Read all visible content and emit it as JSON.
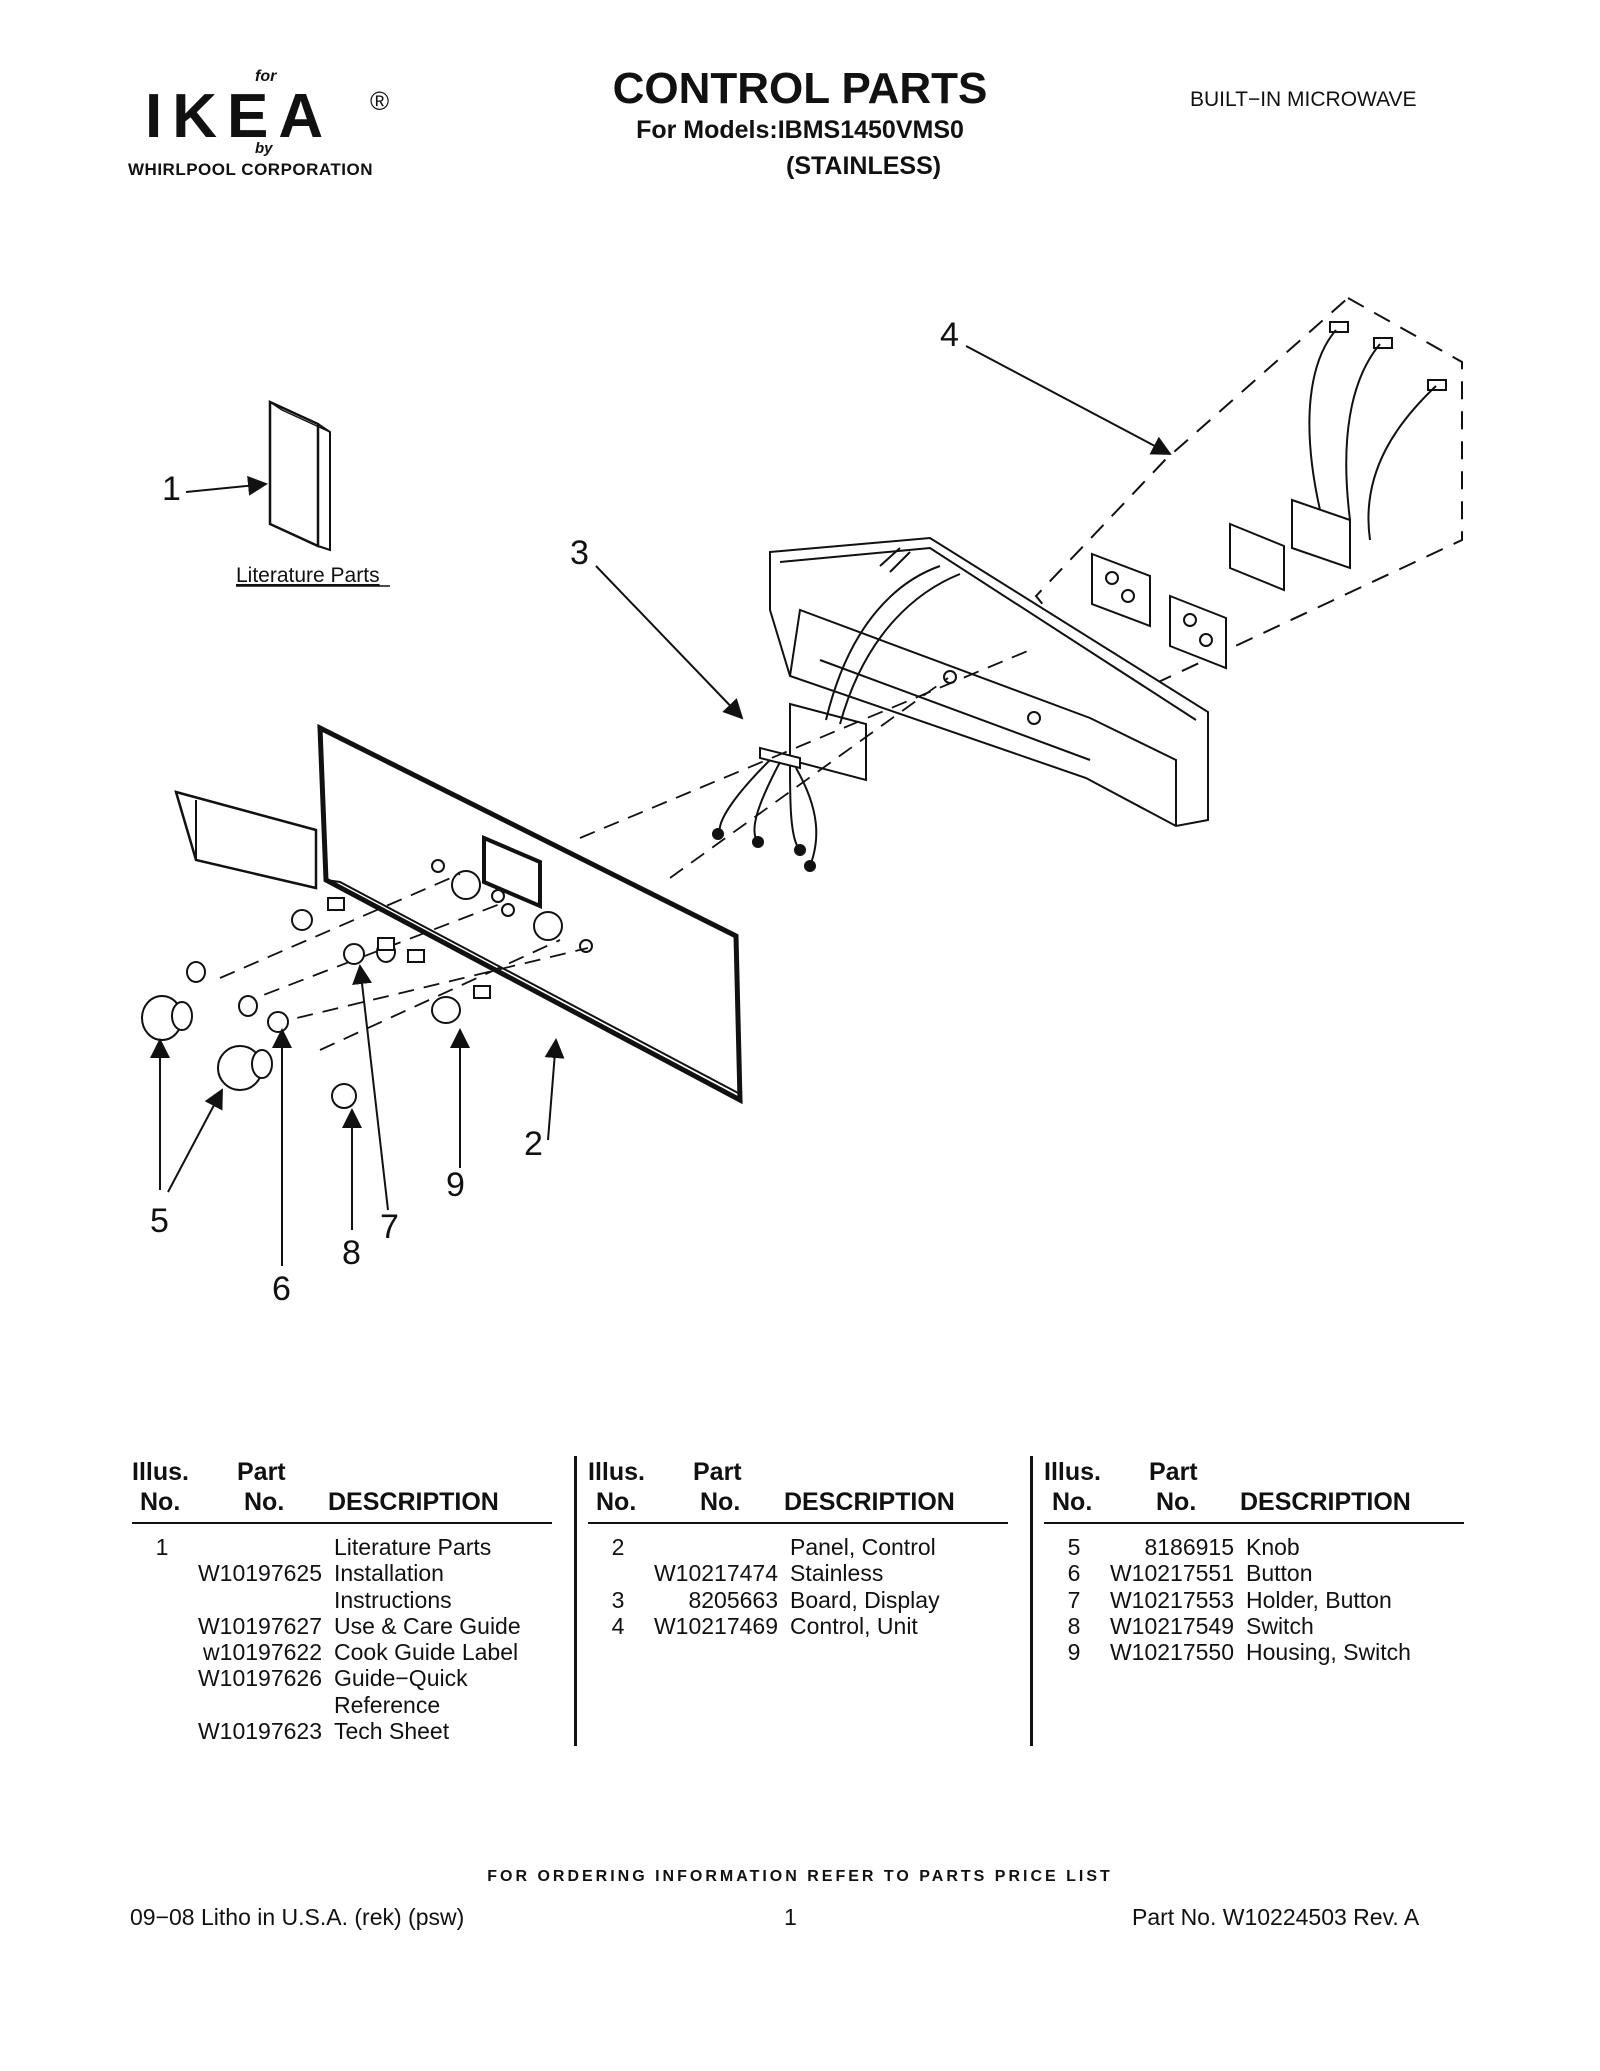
{
  "header": {
    "logo_for": "for",
    "logo_word": "IKEA",
    "logo_reg": "®",
    "logo_by": "by",
    "logo_corp": "WHIRLPOOL CORPORATION",
    "title": "CONTROL PARTS",
    "subtitle": "For Models:IBMS1450VMS0",
    "subtitle2": "(STAINLESS)",
    "product": "BUILT−IN MICROWAVE"
  },
  "diagram": {
    "callouts": [
      "1",
      "2",
      "3",
      "4",
      "5",
      "6",
      "7",
      "8",
      "9"
    ],
    "literature_label": "Literature Parts"
  },
  "table": {
    "headers": {
      "illus": "Illus.",
      "no": "No.",
      "part": "Part",
      "part_no": "No.",
      "description": "DESCRIPTION"
    },
    "columns": [
      [
        {
          "illus": "1",
          "part": "",
          "desc": "Literature Parts"
        },
        {
          "illus": "",
          "part": "W10197625",
          "desc": "Installation"
        },
        {
          "illus": "",
          "part": "",
          "desc": "Instructions"
        },
        {
          "illus": "",
          "part": "W10197627",
          "desc": "Use & Care Guide"
        },
        {
          "illus": "",
          "part": "w10197622",
          "desc": "Cook Guide Label"
        },
        {
          "illus": "",
          "part": "W10197626",
          "desc": "Guide−Quick"
        },
        {
          "illus": "",
          "part": "",
          "desc": "Reference"
        },
        {
          "illus": "",
          "part": "W10197623",
          "desc": "Tech Sheet"
        }
      ],
      [
        {
          "illus": "2",
          "part": "",
          "desc": "Panel, Control"
        },
        {
          "illus": "",
          "part": "W10217474",
          "desc": "Stainless"
        },
        {
          "illus": "3",
          "part": "8205663",
          "desc": "Board, Display"
        },
        {
          "illus": "4",
          "part": "W10217469",
          "desc": "Control, Unit"
        }
      ],
      [
        {
          "illus": "5",
          "part": "8186915",
          "desc": "Knob"
        },
        {
          "illus": "6",
          "part": "W10217551",
          "desc": "Button"
        },
        {
          "illus": "7",
          "part": "W10217553",
          "desc": "Holder, Button"
        },
        {
          "illus": "8",
          "part": "W10217549",
          "desc": "Switch"
        },
        {
          "illus": "9",
          "part": "W10217550",
          "desc": "Housing, Switch"
        }
      ]
    ]
  },
  "footer": {
    "order_note": "FOR ORDERING INFORMATION REFER TO PARTS PRICE LIST",
    "litho": "09−08 Litho in U.S.A. (rek) (psw)",
    "page": "1",
    "part_no": "Part No. W10224503 Rev. A"
  }
}
